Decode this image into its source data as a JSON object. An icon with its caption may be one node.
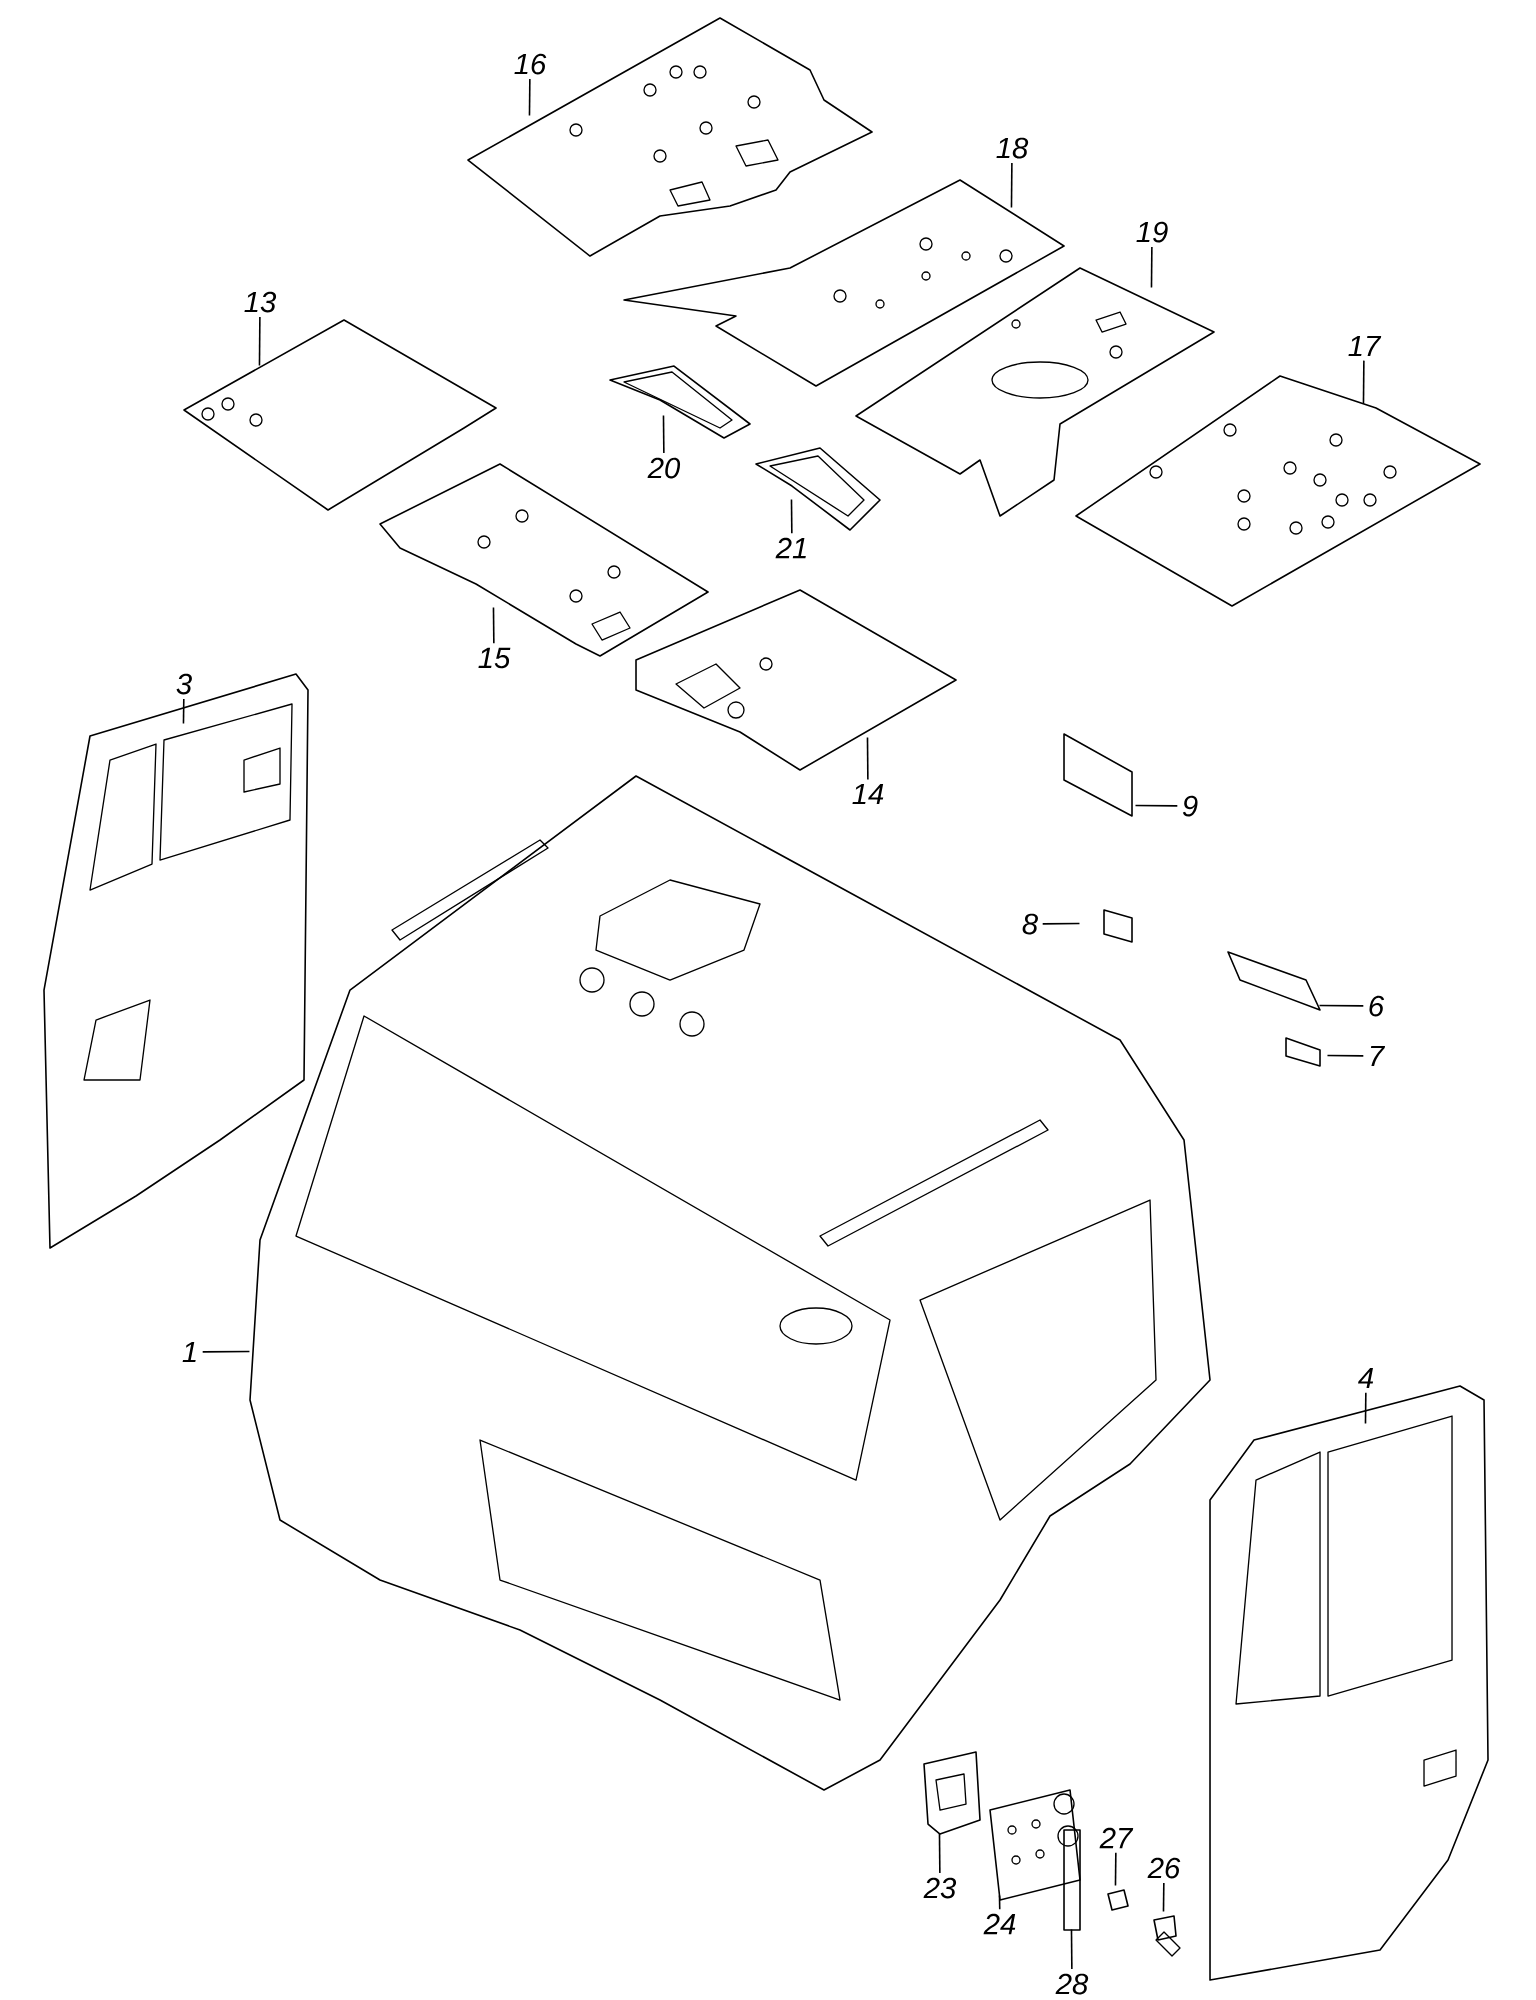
{
  "diagram": {
    "nodes": [
      {
        "text": [
          "16"
        ]
      },
      {
        "text": [],
        "shape": "picture"
      },
      {
        "text": [
          "18"
        ]
      },
      {
        "text": [],
        "shape": "picture"
      },
      {
        "text": [
          "19"
        ]
      },
      {
        "text": [],
        "shape": "picture"
      },
      {
        "text": [
          "13"
        ]
      },
      {
        "text": [],
        "shape": "picture"
      },
      {
        "text": [
          "17"
        ]
      },
      {
        "text": [],
        "shape": "picture"
      },
      {
        "text": [
          "20"
        ]
      },
      {
        "text": [],
        "shape": "picture"
      },
      {
        "text": [
          "21"
        ]
      },
      {
        "text": [],
        "shape": "picture"
      },
      {
        "text": [
          "15"
        ]
      },
      {
        "text": [],
        "shape": "picture"
      },
      {
        "text": [
          "14"
        ]
      },
      {
        "text": [],
        "shape": "picture"
      },
      {
        "text": [
          "3"
        ]
      },
      {
        "text": [],
        "shape": "picture"
      },
      {
        "text": [
          "9"
        ]
      },
      {
        "text": [],
        "shape": "box"
      },
      {
        "text": [
          "8"
        ]
      },
      {
        "text": [],
        "shape": "box"
      },
      {
        "text": [
          "6"
        ]
      },
      {
        "text": [],
        "shape": "box"
      },
      {
        "text": [
          "7"
        ]
      },
      {
        "text": [],
        "shape": "box"
      },
      {
        "text": [
          "1"
        ]
      },
      {
        "text": [],
        "shape": "picture"
      },
      {
        "text": [
          "4"
        ]
      },
      {
        "text": [],
        "shape": "picture"
      },
      {
        "text": [
          "23"
        ]
      },
      {
        "text": [],
        "shape": "picture"
      },
      {
        "text": [
          "27"
        ]
      },
      {
        "text": [],
        "shape": "picture"
      },
      {
        "text": [
          "26"
        ]
      },
      {
        "text": [],
        "shape": "picture"
      },
      {
        "text": [
          "24"
        ]
      },
      {
        "text": [],
        "shape": "picture"
      },
      {
        "text": [
          "28"
        ]
      },
      {
        "text": [],
        "shape": "bar"
      }
    ],
    "edges": [
      {
        "from": 0,
        "to": 1,
        "arrow": "none"
      },
      {
        "from": 2,
        "to": 3,
        "arrow": "none"
      },
      {
        "from": 4,
        "to": 5,
        "arrow": "none"
      },
      {
        "from": 6,
        "to": 7,
        "arrow": "none"
      },
      {
        "from": 8,
        "to": 9,
        "arrow": "none"
      },
      {
        "from": 10,
        "to": 11,
        "arrow": "none"
      },
      {
        "from": 12,
        "to": 13,
        "arrow": "none"
      },
      {
        "from": 14,
        "to": 15,
        "arrow": "none"
      },
      {
        "from": 16,
        "to": 17,
        "arrow": "none"
      },
      {
        "from": 18,
        "to": 19,
        "arrow": "none"
      },
      {
        "from": 20,
        "to": 21,
        "arrow": "none"
      },
      {
        "from": 22,
        "to": 23,
        "arrow": "none"
      },
      {
        "from": 24,
        "to": 25,
        "arrow": "none"
      },
      {
        "from": 26,
        "to": 27,
        "arrow": "none"
      },
      {
        "from": 28,
        "to": 29,
        "arrow": "none"
      },
      {
        "from": 30,
        "to": 31,
        "arrow": "none"
      },
      {
        "from": 32,
        "to": 33,
        "arrow": "none"
      },
      {
        "from": 34,
        "to": 35,
        "arrow": "none"
      },
      {
        "from": 36,
        "to": 37,
        "arrow": "none"
      },
      {
        "from": 38,
        "to": 39,
        "arrow": "none"
      },
      {
        "from": 40,
        "to": 41,
        "arrow": "none"
      }
    ]
  }
}
